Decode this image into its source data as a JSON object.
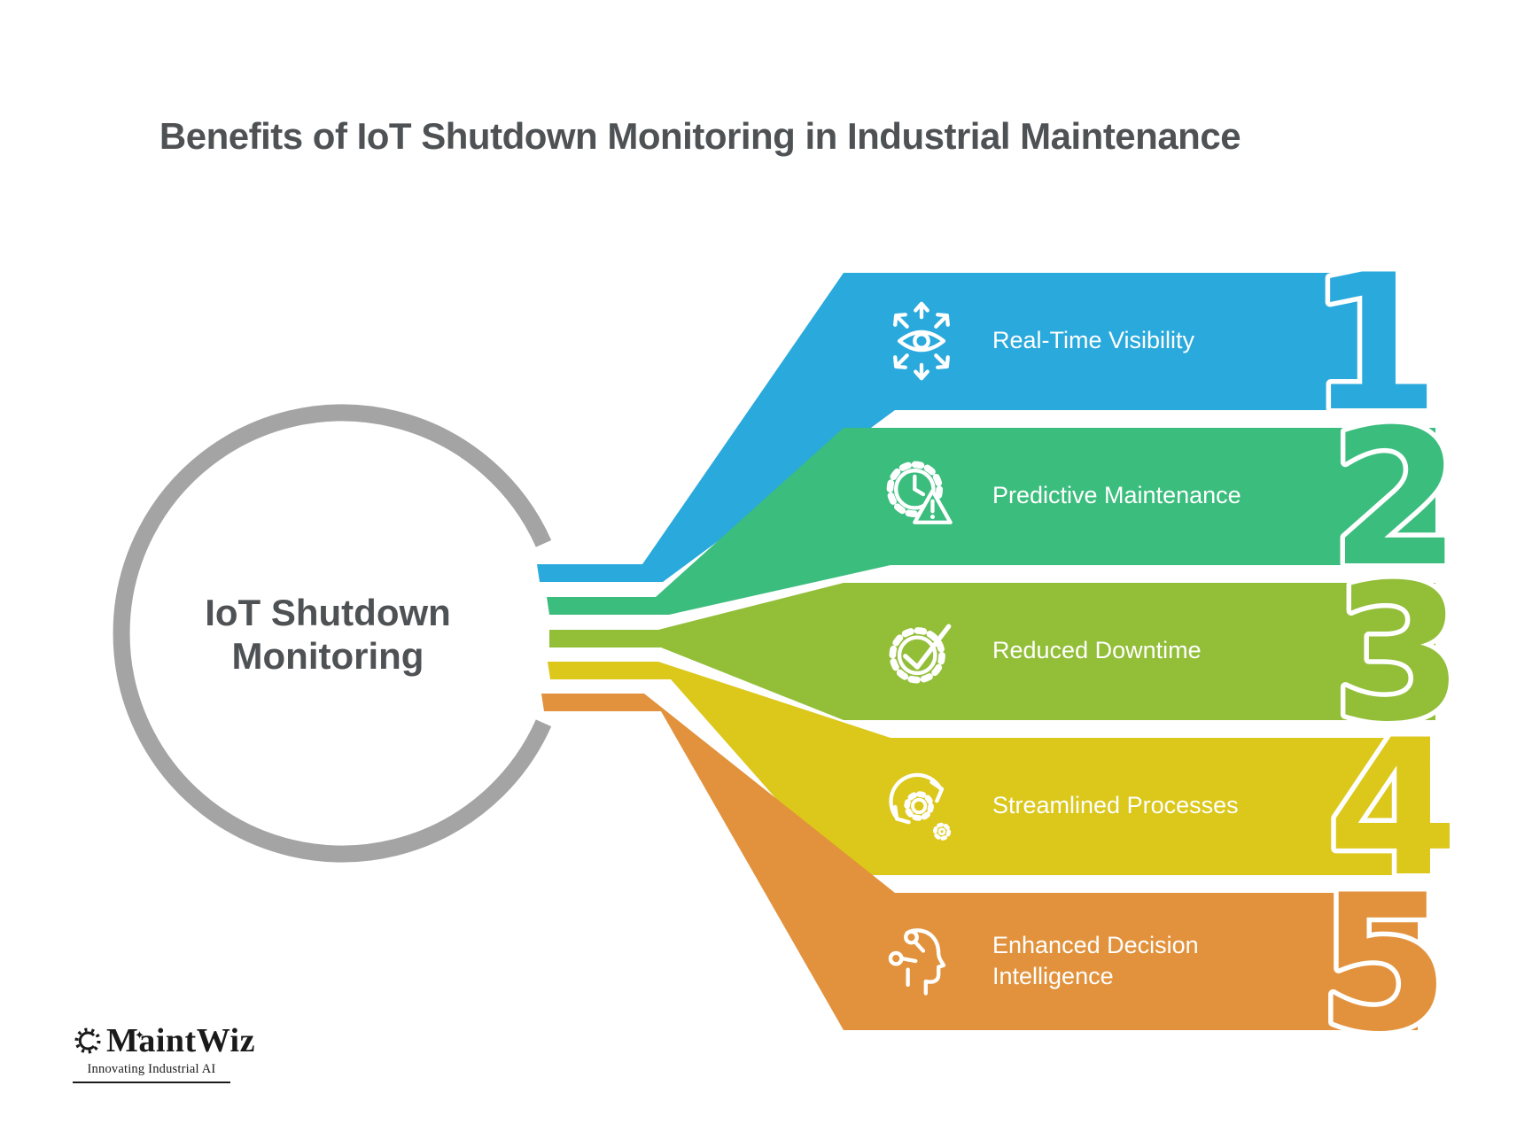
{
  "title": "Benefits of IoT Shutdown Monitoring in Industrial Maintenance",
  "hub": {
    "label": "IoT Shutdown\nMonitoring"
  },
  "benefits": [
    {
      "number": "1",
      "label": "Real-Time Visibility",
      "color": "#2AA9DC",
      "icon": "visibility-icon"
    },
    {
      "number": "2",
      "label": "Predictive Maintenance",
      "color": "#3BBD7D",
      "icon": "predictive-maintenance-icon"
    },
    {
      "number": "3",
      "label": "Reduced Downtime",
      "color": "#92BE38",
      "icon": "reduced-downtime-icon"
    },
    {
      "number": "4",
      "label": "Streamlined Processes",
      "color": "#DCC71B",
      "icon": "streamlined-processes-icon"
    },
    {
      "number": "5",
      "label": "Enhanced Decision Intelligence",
      "color": "#E2923C",
      "icon": "decision-intelligence-icon"
    }
  ],
  "colors": {
    "hub_ring": "#A4A4A4",
    "heading_text": "#4F5254",
    "band_text": "#FFFFFF",
    "logo_text": "#1A1A1A"
  },
  "logo": {
    "name": "MaintWiz",
    "tagline": "Innovating Industrial AI",
    "sparkle": "✦"
  }
}
